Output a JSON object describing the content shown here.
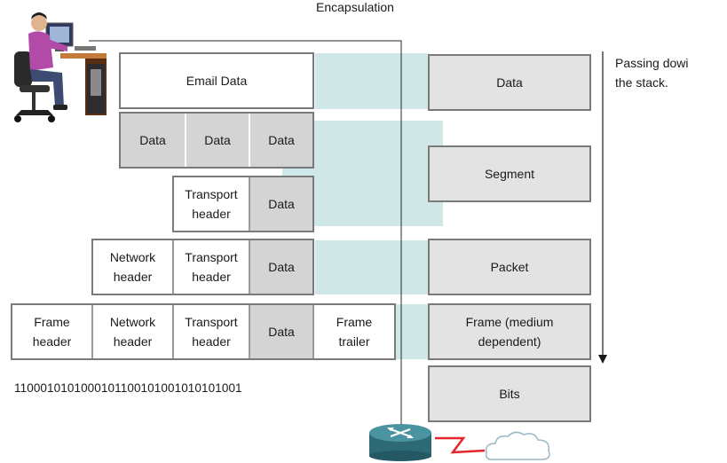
{
  "title": "Encapsulation",
  "note": "Passing dowi\nthe stack.",
  "bits": "11000101010001011001010010101010​01",
  "rows": {
    "email": {
      "data": "Email Data"
    },
    "segmented": {
      "data1": "Data",
      "data2": "Data",
      "data3": "Data"
    },
    "segment": {
      "transport_header": "Transport\nheader",
      "data": "Data"
    },
    "packet": {
      "network_header": "Network\nheader",
      "transport_header": "Transport\nheader",
      "data": "Data"
    },
    "frame": {
      "frame_header": "Frame\nheader",
      "network_header": "Network\nheader",
      "transport_header": "Transport\nheader",
      "data": "Data",
      "frame_trailer": "Frame\ntrailer"
    }
  },
  "pdus": [
    "Data",
    "Segment",
    "Packet",
    "Frame (medium\ndependent)",
    "Bits"
  ],
  "icons": {
    "computer_user": "computer-user-icon",
    "router": "router-icon",
    "cloud": "cloud-icon",
    "arrow": "down-arrow-icon"
  },
  "colors": {
    "band": "#cfe7e6",
    "data_cell": "#d4d4d4",
    "pdu_box": "#e3e3e3",
    "link": "#e3262b",
    "router": "#3d7d8a"
  }
}
